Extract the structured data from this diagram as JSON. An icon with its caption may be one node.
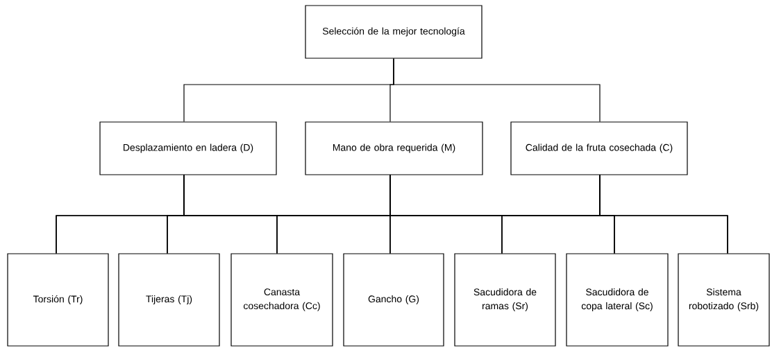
{
  "diagram": {
    "nodes": [
      {
        "text": [
          "Selección de la mejor tecnología"
        ]
      },
      {
        "text": [
          "Desplazamiento en ladera (D)"
        ]
      },
      {
        "text": [
          "Mano de obra requerida (M)"
        ]
      },
      {
        "text": [
          "Calidad de la fruta cosechada (C)"
        ]
      },
      {
        "text": [
          "Torsión (Tr)"
        ]
      },
      {
        "text": [
          "Tijeras (Tj)"
        ]
      },
      {
        "text": [
          "Canasta cosechadora (Cc)"
        ]
      },
      {
        "text": [
          "Gancho (G)"
        ]
      },
      {
        "text": [
          "Sacudidora de ramas (Sr)"
        ]
      },
      {
        "text": [
          "Sacudidora de copa lateral (Sc)"
        ]
      },
      {
        "text": [
          "Sistema robotizado (Srb)"
        ]
      }
    ],
    "edges": [
      {
        "from": 0,
        "to": 1,
        "arrow": "none"
      },
      {
        "from": 0,
        "to": 2,
        "arrow": "none"
      },
      {
        "from": 0,
        "to": 3,
        "arrow": "none"
      },
      {
        "from": 1,
        "to": 4,
        "arrow": "none"
      },
      {
        "from": 1,
        "to": 5,
        "arrow": "none"
      },
      {
        "from": 1,
        "to": 6,
        "arrow": "none"
      },
      {
        "from": 1,
        "to": 7,
        "arrow": "none"
      },
      {
        "from": 1,
        "to": 8,
        "arrow": "none"
      },
      {
        "from": 1,
        "to": 9,
        "arrow": "none"
      },
      {
        "from": 1,
        "to": 10,
        "arrow": "none"
      },
      {
        "from": 2,
        "to": 4,
        "arrow": "none"
      },
      {
        "from": 2,
        "to": 5,
        "arrow": "none"
      },
      {
        "from": 2,
        "to": 6,
        "arrow": "none"
      },
      {
        "from": 2,
        "to": 7,
        "arrow": "none"
      },
      {
        "from": 2,
        "to": 8,
        "arrow": "none"
      },
      {
        "from": 2,
        "to": 9,
        "arrow": "none"
      },
      {
        "from": 2,
        "to": 10,
        "arrow": "none"
      },
      {
        "from": 3,
        "to": 4,
        "arrow": "none"
      },
      {
        "from": 3,
        "to": 5,
        "arrow": "none"
      },
      {
        "from": 3,
        "to": 6,
        "arrow": "none"
      },
      {
        "from": 3,
        "to": 7,
        "arrow": "none"
      },
      {
        "from": 3,
        "to": 8,
        "arrow": "none"
      },
      {
        "from": 3,
        "to": 9,
        "arrow": "none"
      },
      {
        "from": 3,
        "to": 10,
        "arrow": "none"
      }
    ]
  }
}
